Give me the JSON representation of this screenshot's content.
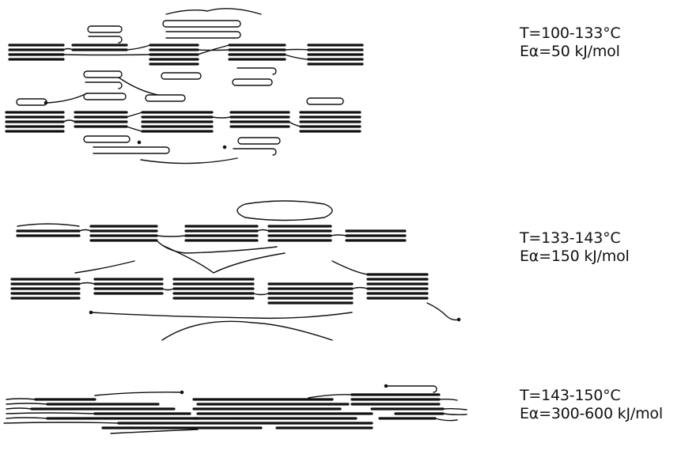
{
  "panels": [
    {
      "temperature": "T=100-133°C",
      "activation_energy": "Eα=50 kJ/mol"
    },
    {
      "temperature": "T=133-143°C",
      "activation_energy": "Eα=150 kJ/mol"
    },
    {
      "temperature": "T=143-150°C",
      "activation_energy": "Eα=300-600 kJ/mol"
    }
  ],
  "colors": {
    "ink": "#111111",
    "background": "#ffffff"
  }
}
